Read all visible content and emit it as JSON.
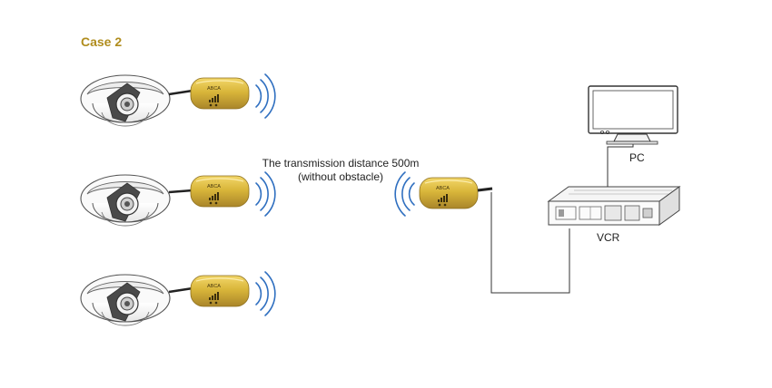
{
  "title": "Case 2",
  "distance": {
    "line1": "The transmission distance 500m",
    "line2": "(without obstacle)"
  },
  "labels": {
    "pc": "PC",
    "vcr": "VCR"
  },
  "colors": {
    "title": "#b08d1e",
    "module_gold": "#d9b63a",
    "line": "#222222"
  },
  "icons": [
    "dome-camera-icon",
    "wireless-transmitter-icon",
    "wireless-receiver-icon",
    "monitor-icon",
    "vcr-icon",
    "signal-waves-icon"
  ]
}
